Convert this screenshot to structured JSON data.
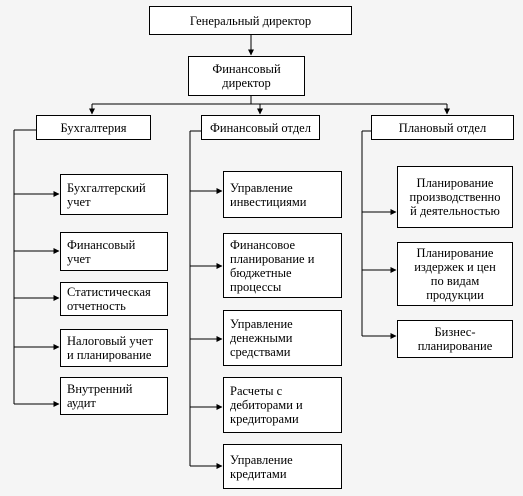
{
  "diagram": {
    "ceo": "Генеральный директор",
    "cfo": "Финансовый\nдиректор",
    "departments": {
      "accounting": {
        "title": "Бухгалтерия",
        "units": [
          "Бухгалтерский\nучет",
          "Финансовый\nучет",
          "Статистическая\nотчетность",
          "Налоговый учет\nи планирование",
          "Внутренний\nаудит"
        ]
      },
      "finance": {
        "title": "Финансовый отдел",
        "units": [
          "Управление\nинвестициями",
          "Финансовое\nпланирование и\nбюджетные\nпроцессы",
          "Управление\nденежными\nсредствами",
          "Расчеты с\nдебиторами и\nкредиторами",
          "Управление\nкредитами"
        ]
      },
      "planning": {
        "title": "Плановый отдел",
        "units": [
          "Планирование\nпроизводственно\nй  деятельностью",
          "Планирование\nиздержек и цен\nпо видам\nпродукции",
          "Бизнес-\nпланирование"
        ]
      }
    }
  }
}
